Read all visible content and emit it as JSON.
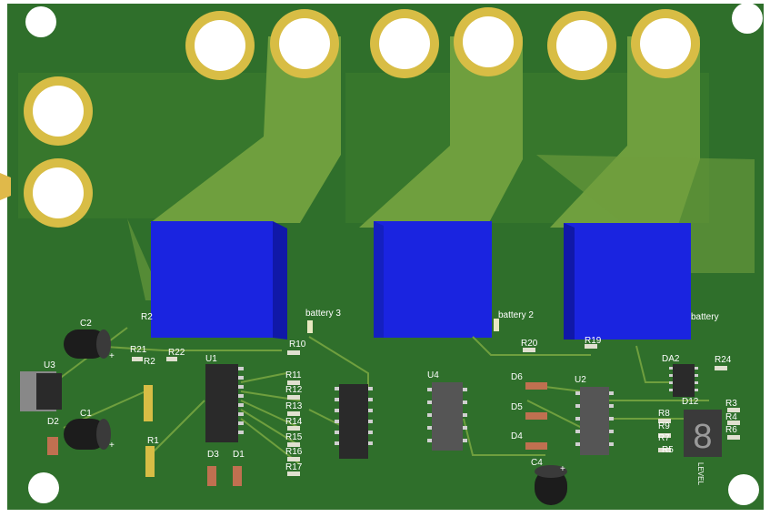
{
  "board": {
    "colors": {
      "substrate": "#2f6f2b",
      "copper": "#6f9f3e",
      "pad_ring": "#d8bd45",
      "hole": "#ffffff",
      "relay": "#1a24e0",
      "ic": "#2a2a2a",
      "silk": "#ffffff"
    },
    "labels": {
      "battery3": "battery 3",
      "battery2": "battery 2",
      "battery1": "battery",
      "U1": "U1",
      "U2": "U2",
      "U3": "U3",
      "U4": "U4",
      "DA2": "DA2",
      "D12": "D12",
      "C1": "C1",
      "C2": "C2",
      "C4": "C4",
      "D1": "D1",
      "D2": "D2",
      "D3": "D3",
      "D4": "D4",
      "D5": "D5",
      "D6": "D6",
      "R1": "R1",
      "R2": "R2",
      "R3": "R3",
      "R4": "R4",
      "R5": "R5",
      "R6": "R6",
      "R7": "R7",
      "R8": "R8",
      "R9": "R9",
      "R10": "R10",
      "R11": "R11",
      "R12": "R12",
      "R13": "R13",
      "R14": "R14",
      "R15": "R15",
      "R16": "R16",
      "R17": "R17",
      "R19": "R19",
      "R20": "R20",
      "R21": "R21",
      "R22": "R22",
      "R23": "R2",
      "R24": "R24",
      "plus": "+",
      "level": "LEVEL",
      "digit": "8"
    }
  }
}
